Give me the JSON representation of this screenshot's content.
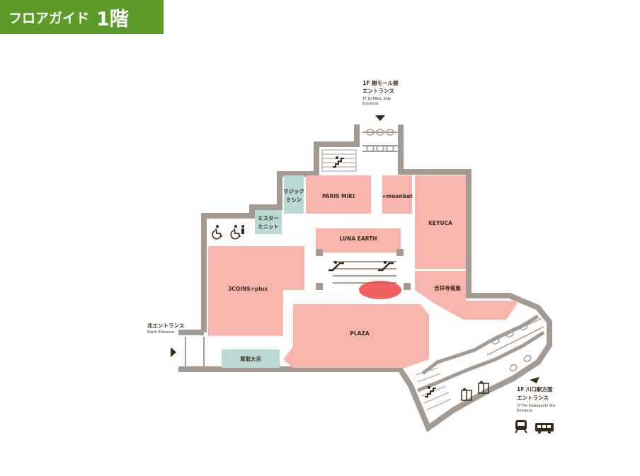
{
  "header": {
    "title": "フロアガイド",
    "floor": "1階"
  },
  "shops": {
    "paris_miki": "PARIS MIKI",
    "moonbat": "+moonbat",
    "magic_mishin_1": "マジック",
    "magic_mishin_2": "ミシン",
    "mister_minit_1": "ミスター",
    "mister_minit_2": "ミニット",
    "luna_earth": "LUNA EARTH",
    "keyuca": "KEYUCA",
    "threecoins": "3COINS+plus",
    "kichijoji": "吉祥寺菊屋",
    "plaza": "PLAZA",
    "kaitori": "買取大吉"
  },
  "entrances": {
    "top_1": "1F 樹モール側",
    "top_2": "エントランス",
    "top_en_1": "1F JU-MALL Side",
    "top_en_2": "Entrance",
    "north_1": "北エントランス",
    "north_en": "North Entrance",
    "station_1": "1F 川口駅方面",
    "station_2": "エントランス",
    "station_en_1": "1F For Kawaguchi Sta.",
    "station_en_2": "Entrance"
  },
  "colors": {
    "header_bg": "#5c9a2a",
    "shop": "#f7b5ad",
    "service_shop": "#b9d9d4",
    "wall": "#a49a92",
    "current_location": "#ee4444"
  }
}
